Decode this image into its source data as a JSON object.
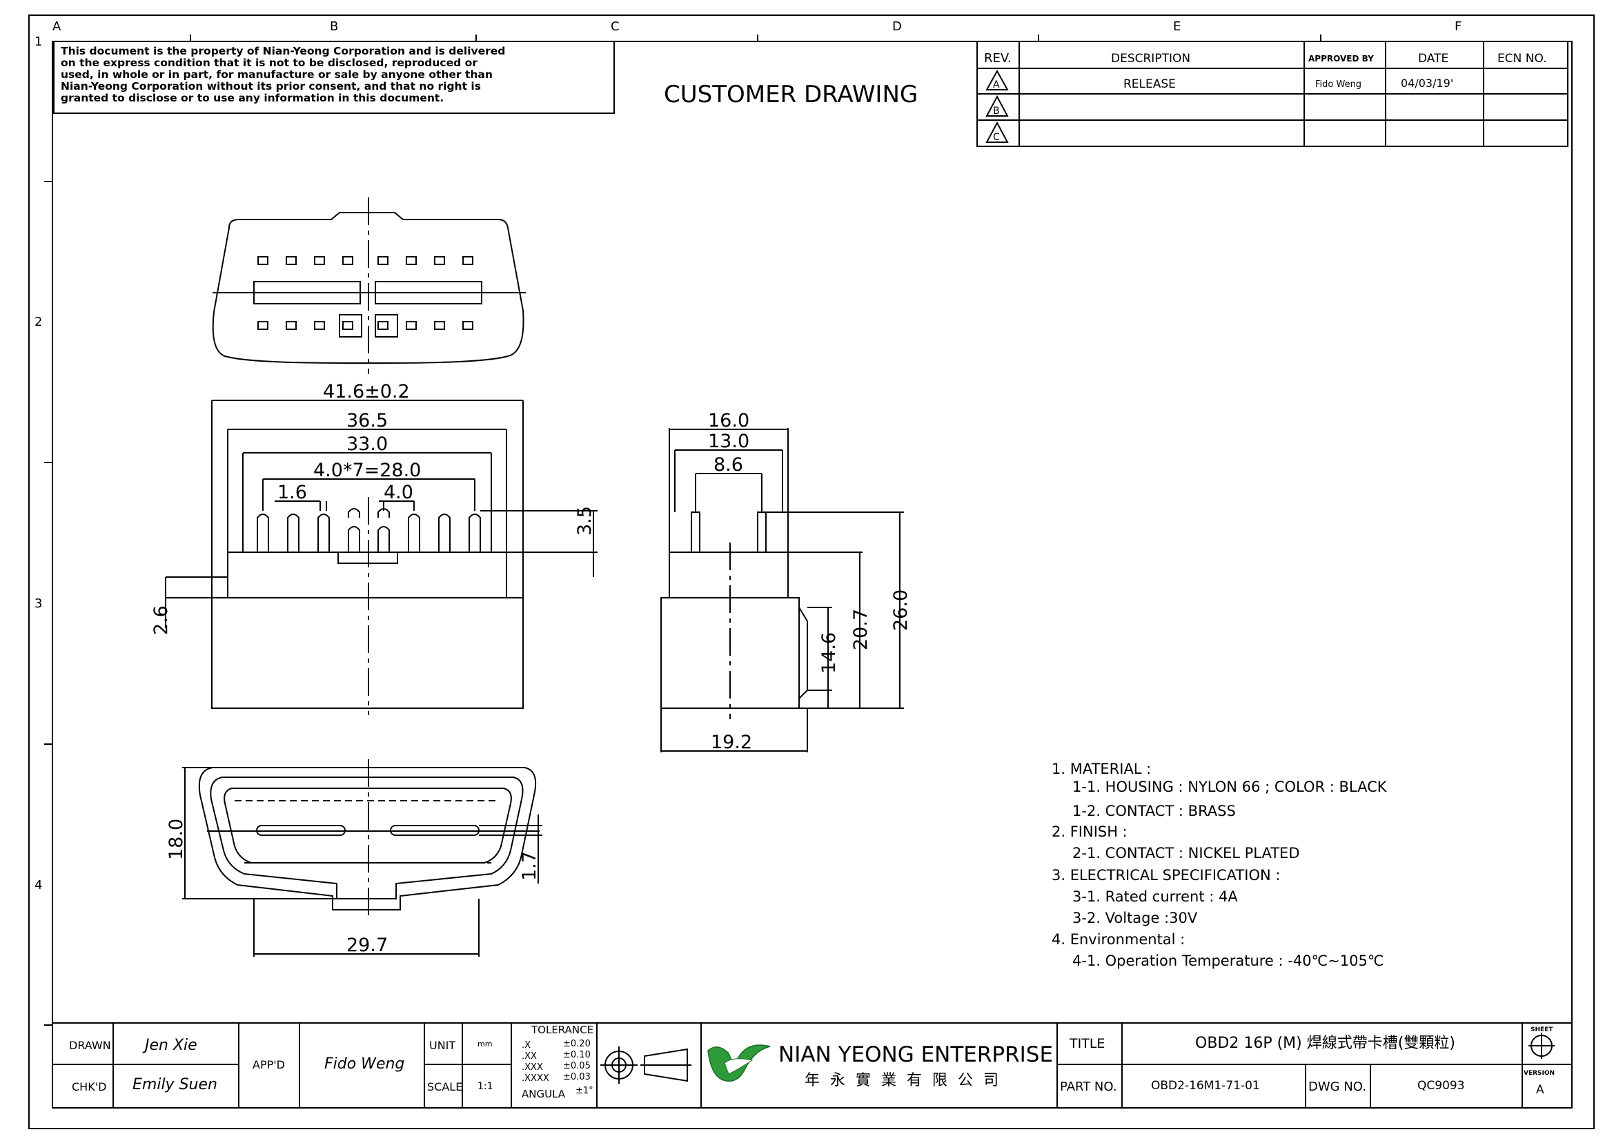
{
  "grid": {
    "columns": [
      "A",
      "B",
      "C",
      "D",
      "E",
      "F"
    ],
    "rows": [
      "1",
      "2",
      "3",
      "4"
    ]
  },
  "disclaimer": [
    "This document is the property of Nian-Yeong Corporation and is delivered",
    "on  the  express condition that it is not to be disclosed, reproduced or",
    "used, in whole or in part, for manufacture or sale by anyone other than",
    "Nian-Yeong Corporation without  its prior consent, and that  no right  is",
    "granted to disclose or to use any information in this  document."
  ],
  "header_title": "CUSTOMER  DRAWING",
  "revision_table": {
    "headers": {
      "rev": "REV.",
      "description": "DESCRIPTION",
      "approved_by": "APPROVED BY",
      "date": "DATE",
      "ecn": "ECN NO."
    },
    "rows": [
      {
        "rev": "A",
        "description": "RELEASE",
        "approved_by": "Fido Weng",
        "date": "04/03/19'",
        "ecn": ""
      },
      {
        "rev": "B",
        "description": "",
        "approved_by": "",
        "date": "",
        "ecn": ""
      },
      {
        "rev": "C",
        "description": "",
        "approved_by": "",
        "date": "",
        "ecn": ""
      }
    ]
  },
  "dimensions": {
    "overall_width": "41.6±0.2",
    "width_36": "36.5",
    "width_33": "33.0",
    "pitch_total": "4.0*7=28.0",
    "pin_width": "1.6",
    "pitch": "4.0",
    "pin_height": "3.5",
    "flange": "2.6",
    "side_16": "16.0",
    "side_13": "13.0",
    "side_86": "8.6",
    "side_146": "14.6",
    "side_207": "20.7",
    "side_260": "26.0",
    "side_192": "19.2",
    "bottom_180": "18.0",
    "bottom_17": "1.7",
    "bottom_297": "29.7"
  },
  "notes": [
    "1.  MATERIAL  :",
    "1-1.  HOUSING  :   NYLON  66  ;  COLOR  :  BLACK",
    "1-2.  CONTACT  :  BRASS",
    "2.  FINISH  :",
    "2-1.  CONTACT  :  NICKEL  PLATED",
    "3.  ELECTRICAL  SPECIFICATION  :",
    "3-1.  Rated  current  :  4A",
    "3-2.  Voltage  :30V",
    "4.  Environmental  :",
    "4-1.  Operation  Temperature  :  -40℃~105℃"
  ],
  "title_block": {
    "drawn_label": "DRAWN",
    "drawn_value": "Jen Xie",
    "chkd_label": "CHK'D",
    "chkd_value": "Emily Suen",
    "appd_label": "APP'D",
    "appd_value": "Fido Weng",
    "unit_label": "UNIT",
    "unit_value": "mm",
    "scale_label": "SCALE",
    "scale_value": "1:1",
    "tolerance_label": "TOLERANCE",
    "tolerances": [
      {
        "k": ".X",
        "v": "±0.20"
      },
      {
        "k": ".XX",
        "v": "±0.10"
      },
      {
        "k": ".XXX",
        "v": "±0.05"
      },
      {
        "k": ".XXXX",
        "v": "±0.03"
      },
      {
        "k": "ANGULA",
        "v": "±1°"
      }
    ],
    "company_name": "NIAN YEONG ENTERPRISE",
    "company_chinese": "年 永 實 業 有 限 公 司",
    "title_label": "TITLE",
    "title_value": "OBD2  16P  (M)  焊線式帶卡槽(雙顆粒)",
    "part_label": "PART NO.",
    "part_value": "OBD2-16M1-71-01",
    "dwg_label": "DWG NO.",
    "dwg_value": "QC9093",
    "sheet_label": "SHEET",
    "version_label": "VERSION",
    "version_value": "A"
  }
}
